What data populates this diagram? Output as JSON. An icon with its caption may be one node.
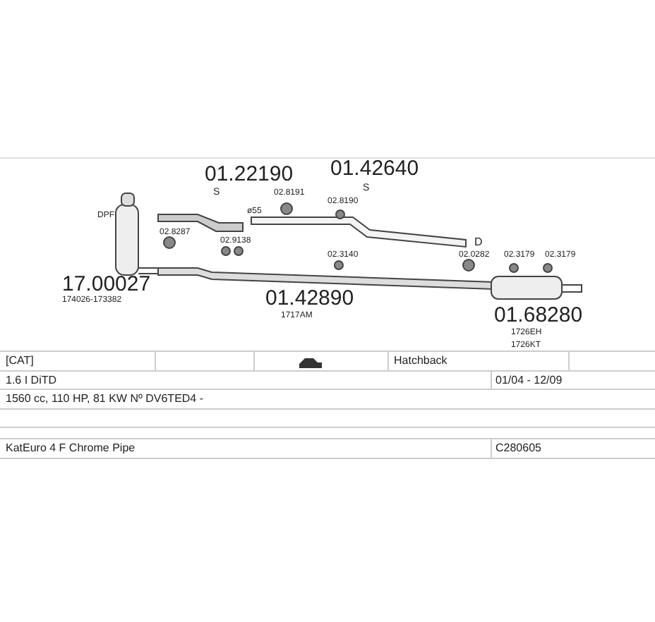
{
  "diagram": {
    "labels": [
      "01.22190",
      "S",
      "01.42640",
      "S",
      "02.8191",
      "02.8190",
      "ø55",
      "DPF",
      "02.8287",
      "02.9138",
      "D",
      "02.3140",
      "02.0282",
      "02.3179",
      "02.3179",
      "17.00027",
      "174026-173382",
      "01.42890",
      "1717AM",
      "01.68280",
      "1726EH",
      "1726KT",
      "[CAT]",
      "Hatchback",
      "1.6 I DiTD",
      "01/04 - 12/09",
      "1560 cc, 110 HP, 81 KW Nº DV6TED4 -",
      "KatEuro 4 F Chrome Pipe",
      "C280605"
    ]
  }
}
